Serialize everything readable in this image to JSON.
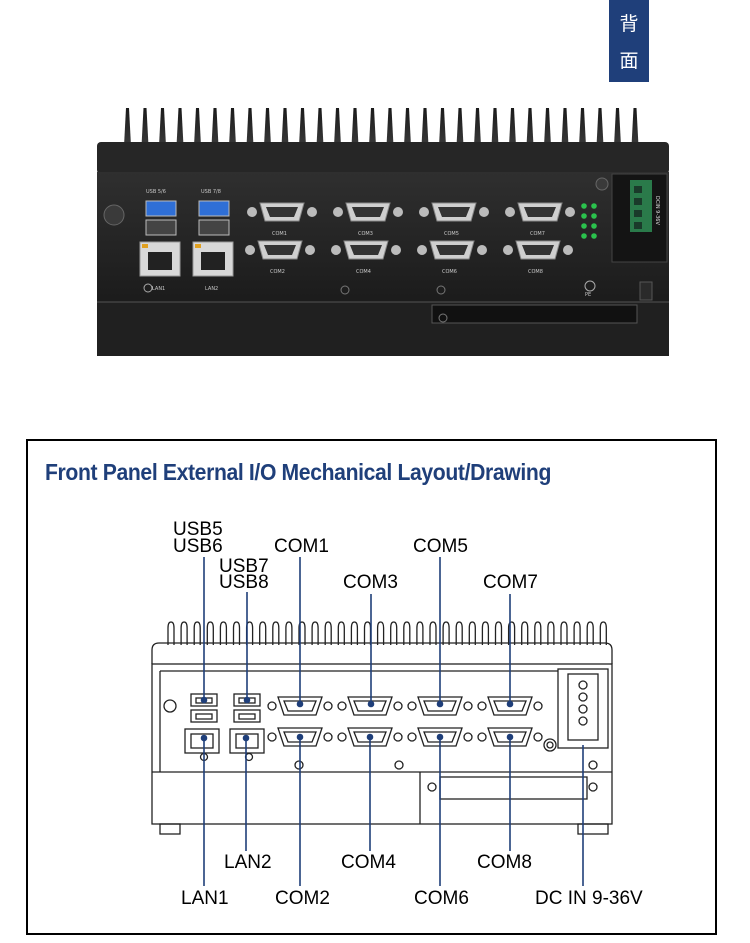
{
  "badge": {
    "chars": [
      "背",
      "面"
    ]
  },
  "photo": {
    "labels": {
      "usb_5_6": "USB 5/6",
      "usb_7_8": "USB 7/8",
      "lan1": "LAN1",
      "lan2": "LAN2",
      "com1": "COM1",
      "com2": "COM2",
      "com3": "COM3",
      "com4": "COM4",
      "com5": "COM5",
      "com6": "COM6",
      "com7": "COM7",
      "com8": "COM8",
      "pe": "PE",
      "dc_in": "DCIN 9-36V"
    }
  },
  "drawing": {
    "title": "Front Panel External I/O Mechanical Layout/Drawing",
    "callouts": {
      "usb5": "USB5",
      "usb6": "USB6",
      "usb7": "USB7",
      "usb8": "USB8",
      "com1": "COM1",
      "com3": "COM3",
      "com5": "COM5",
      "com7": "COM7",
      "lan2": "LAN2",
      "com4": "COM4",
      "com8": "COM8",
      "lan1": "LAN1",
      "com2": "COM2",
      "com6": "COM6",
      "dc_in": "DC IN 9-36V"
    },
    "colors": {
      "leader": "#1f3f7a",
      "title": "#1f3f7a",
      "outline": "#222222"
    }
  }
}
